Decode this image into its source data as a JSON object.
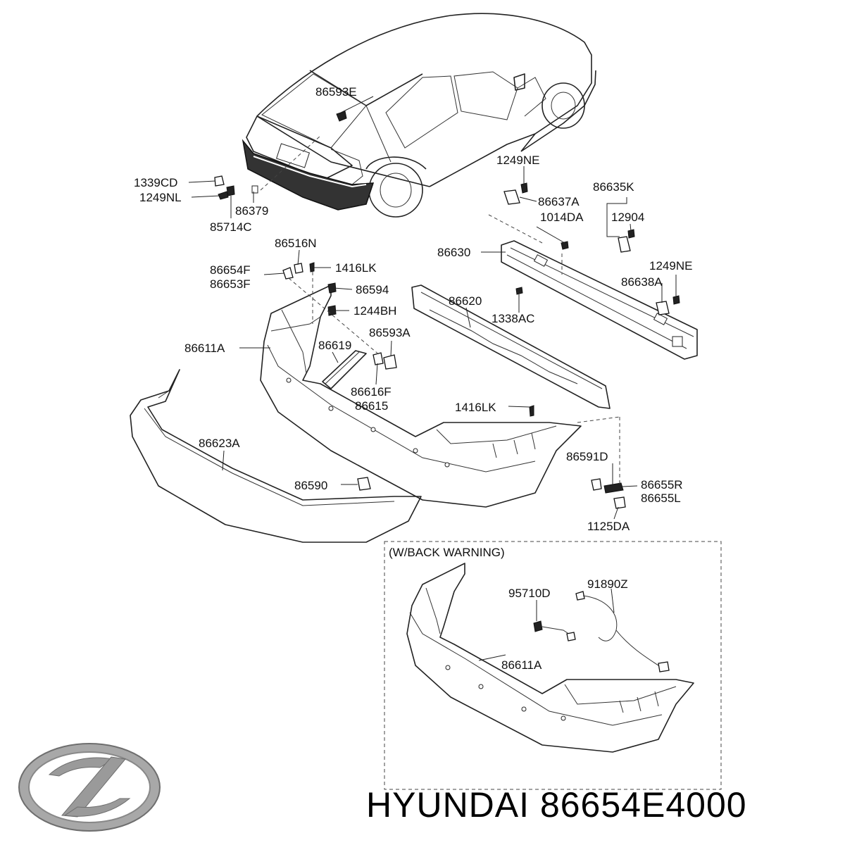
{
  "diagram": {
    "labels": {
      "p86593E": "86593E",
      "p1339CD": "1339CD",
      "p1249NL": "1249NL",
      "p86379": "86379",
      "p85714C": "85714C",
      "p1249NE_top": "1249NE",
      "p86637A": "86637A",
      "p86635K": "86635K",
      "p1014DA": "1014DA",
      "p12904": "12904",
      "p86630": "86630",
      "p86516N": "86516N",
      "p1416LK_top": "1416LK",
      "p86654F": "86654F",
      "p86653F": "86653F",
      "p86594": "86594",
      "p1249NE_mid": "1249NE",
      "p86638A": "86638A",
      "p86620": "86620",
      "p1244BH": "1244BH",
      "p1338AC": "1338AC",
      "p86611A": "86611A",
      "p86619": "86619",
      "p86593A": "86593A",
      "p86616F": "86616F",
      "p86615": "86615",
      "p1416LK_low": "1416LK",
      "p86623A": "86623A",
      "p86591D": "86591D",
      "p86590": "86590",
      "p86655R": "86655R",
      "p86655L": "86655L",
      "p1125DA": "1125DA"
    },
    "inset": {
      "title": "(W/BACK WARNING)",
      "p95710D": "95710D",
      "p91890Z": "91890Z",
      "p86611A": "86611A"
    }
  },
  "logo": {
    "name": "hyundai-logo-icon"
  },
  "caption": {
    "brand": "HYUNDAI",
    "part_number": "86654E4000"
  }
}
